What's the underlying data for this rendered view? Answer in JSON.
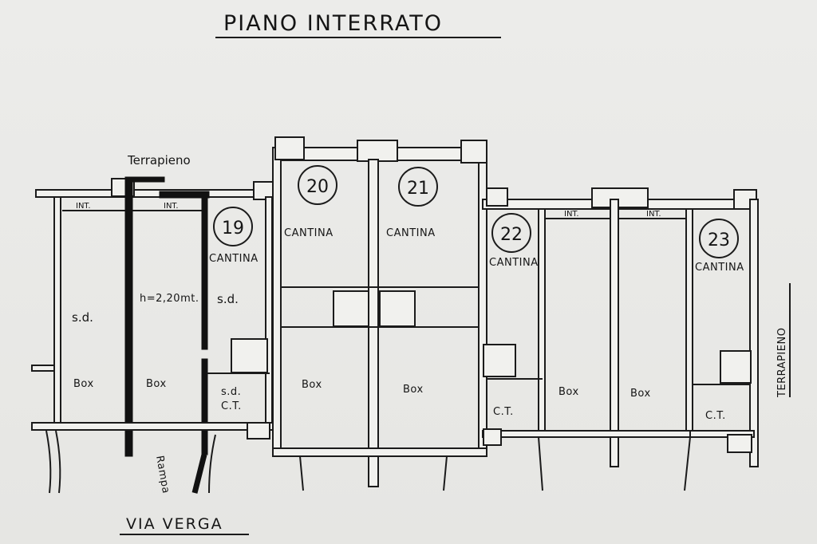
{
  "title": "PIANO INTERRATO",
  "street": "VIA VERGA",
  "terrapieno_top": "Terrapieno",
  "terrapieno_right": "TERRAPIENO",
  "ramp": "Rampa",
  "height_note": "h=2,20mt.",
  "int_labels": [
    "INT.",
    "INT.",
    "INT.",
    "INT."
  ],
  "units": [
    {
      "number": "19",
      "cellar": "CANTINA",
      "extra": [
        "s.d.",
        "s.d.",
        "C.T."
      ]
    },
    {
      "number": "20",
      "cellar": "CANTINA",
      "box": "Box"
    },
    {
      "number": "21",
      "cellar": "CANTINA",
      "box": "Box"
    },
    {
      "number": "22",
      "cellar": "CANTINA",
      "extra": [
        "C.T."
      ]
    },
    {
      "number": "23",
      "cellar": "CANTINA",
      "extra": [
        "C.T."
      ]
    }
  ],
  "left_boxes": [
    {
      "label": "Box",
      "note": "s.d."
    },
    {
      "label": "Box"
    }
  ],
  "right_boxes": [
    {
      "label": "Box"
    },
    {
      "label": "Box"
    }
  ]
}
